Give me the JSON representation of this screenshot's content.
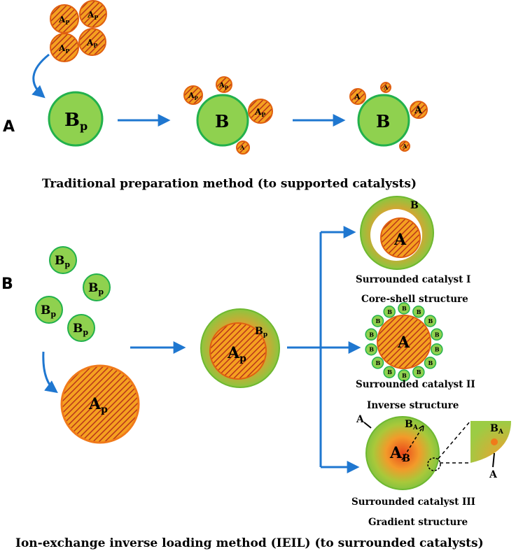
{
  "panel_a": {
    "label": "A",
    "caption": "Traditional preparation method (to supported catalysts)",
    "particle_label_ap": "A",
    "particle_label_ap_sub": "P",
    "bp_label": "B",
    "bp_label_sub": "p",
    "b_label": "B",
    "a_label": "A"
  },
  "panel_b": {
    "label": "B",
    "caption": "Ion-exchange inverse loading method (IEIL) (to surrounded catalysts)",
    "bp_label": "B",
    "bp_sub": "p",
    "ap_label": "A",
    "ap_sub": "p",
    "structures": [
      {
        "title": "Surrounded  catalyst I",
        "subtitle": "Core-shell structure",
        "core": "A",
        "shell": "B"
      },
      {
        "title": "Surrounded  catalyst II",
        "subtitle": "Inverse structure",
        "core": "A",
        "shell": "B"
      },
      {
        "title": "Surrounded  catalyst III",
        "subtitle": "Gradient structure",
        "core": "A",
        "core_sub": "B",
        "shell": "B",
        "shell_sub": "A",
        "pointer": "A"
      }
    ]
  },
  "colors": {
    "arrow": "#1f77d0",
    "green_fill": "#8fd14f",
    "green_stroke": "#22b14c",
    "orange": "#f07a1a",
    "stripe": "#a0301a"
  }
}
